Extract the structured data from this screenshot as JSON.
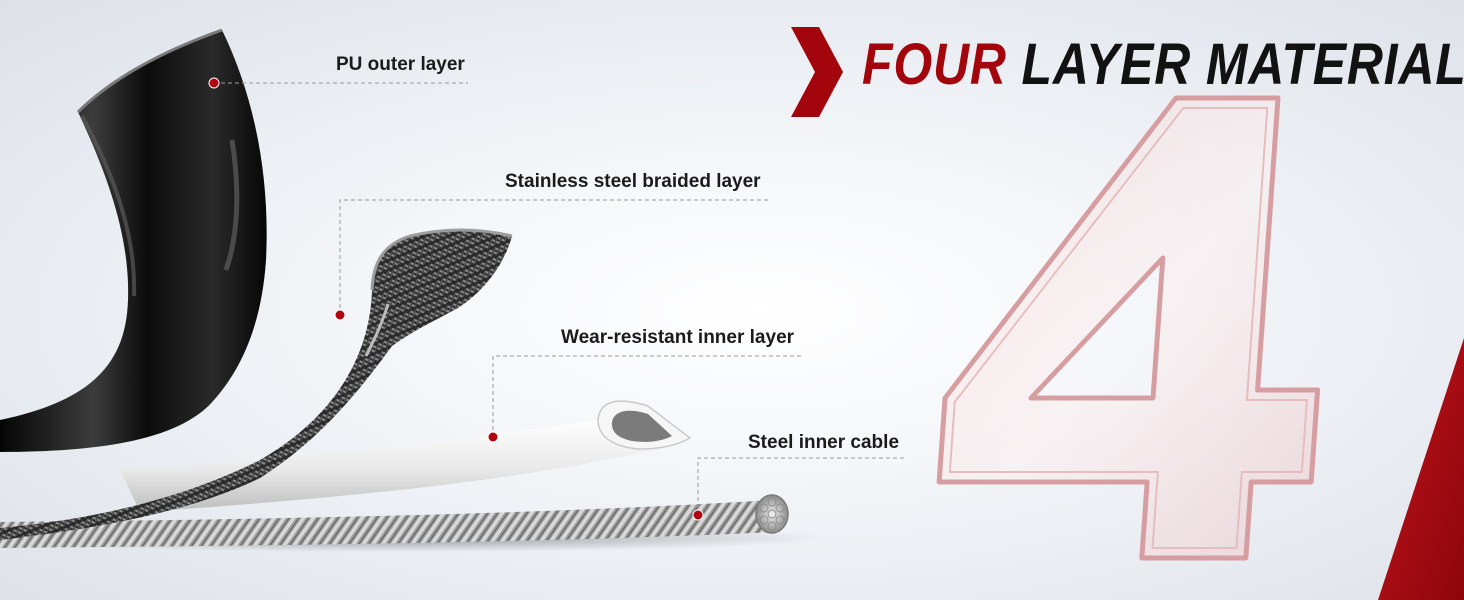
{
  "headline": {
    "accent": "FOUR",
    "rest": "LAYER MATERIAL"
  },
  "big_digit": "4",
  "callouts": [
    {
      "label": "PU outer layer"
    },
    {
      "label": "Stainless steel braided layer"
    },
    {
      "label": "Wear-resistant inner layer"
    },
    {
      "label": "Steel inner cable"
    }
  ],
  "colors": {
    "accent": "#a3050d",
    "text": "#1b1b1b",
    "digit_outline": "#d9a3a6",
    "background": "#eef1f5"
  },
  "icons": [
    "chevron-right-icon"
  ]
}
